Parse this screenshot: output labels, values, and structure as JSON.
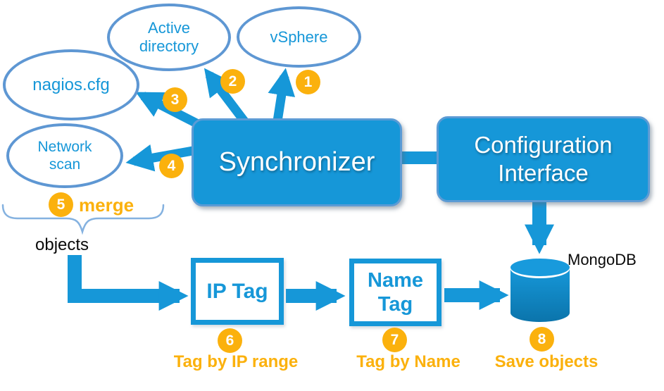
{
  "diagram": {
    "colors": {
      "primary_blue": "#1697d8",
      "box_border_blue": "#5b9bd5",
      "ellipse_border_blue": "#5e97d3",
      "brace_blue": "#85b2e0",
      "badge_orange": "#fbb10d",
      "cylinder_bottom_blue": "#0b74ab",
      "text_white": "#ffffff",
      "text_black": "#0a0a0a"
    },
    "nodes": {
      "active_directory": {
        "line1": "Active",
        "line2": "directory"
      },
      "vsphere": {
        "label": "vSphere"
      },
      "nagios": {
        "label": "nagios.cfg"
      },
      "network_scan": {
        "line1": "Network",
        "line2": "scan"
      },
      "synchronizer": {
        "label": "Synchronizer"
      },
      "configuration_interface": {
        "line1": "Configuration",
        "line2": "Interface"
      },
      "ip_tag": {
        "label": "IP Tag"
      },
      "name_tag": {
        "line1": "Name",
        "line2": "Tag"
      },
      "mongodb": {
        "label": "MongoDB"
      }
    },
    "badges": {
      "n1": "1",
      "n2": "2",
      "n3": "3",
      "n4": "4",
      "n5": "5",
      "n6": "6",
      "n7": "7",
      "n8": "8"
    },
    "annotations": {
      "merge": "merge",
      "objects": "objects",
      "tag_by_ip_range": "Tag by IP range",
      "tag_by_name": "Tag by Name",
      "save_objects": "Save objects"
    }
  }
}
